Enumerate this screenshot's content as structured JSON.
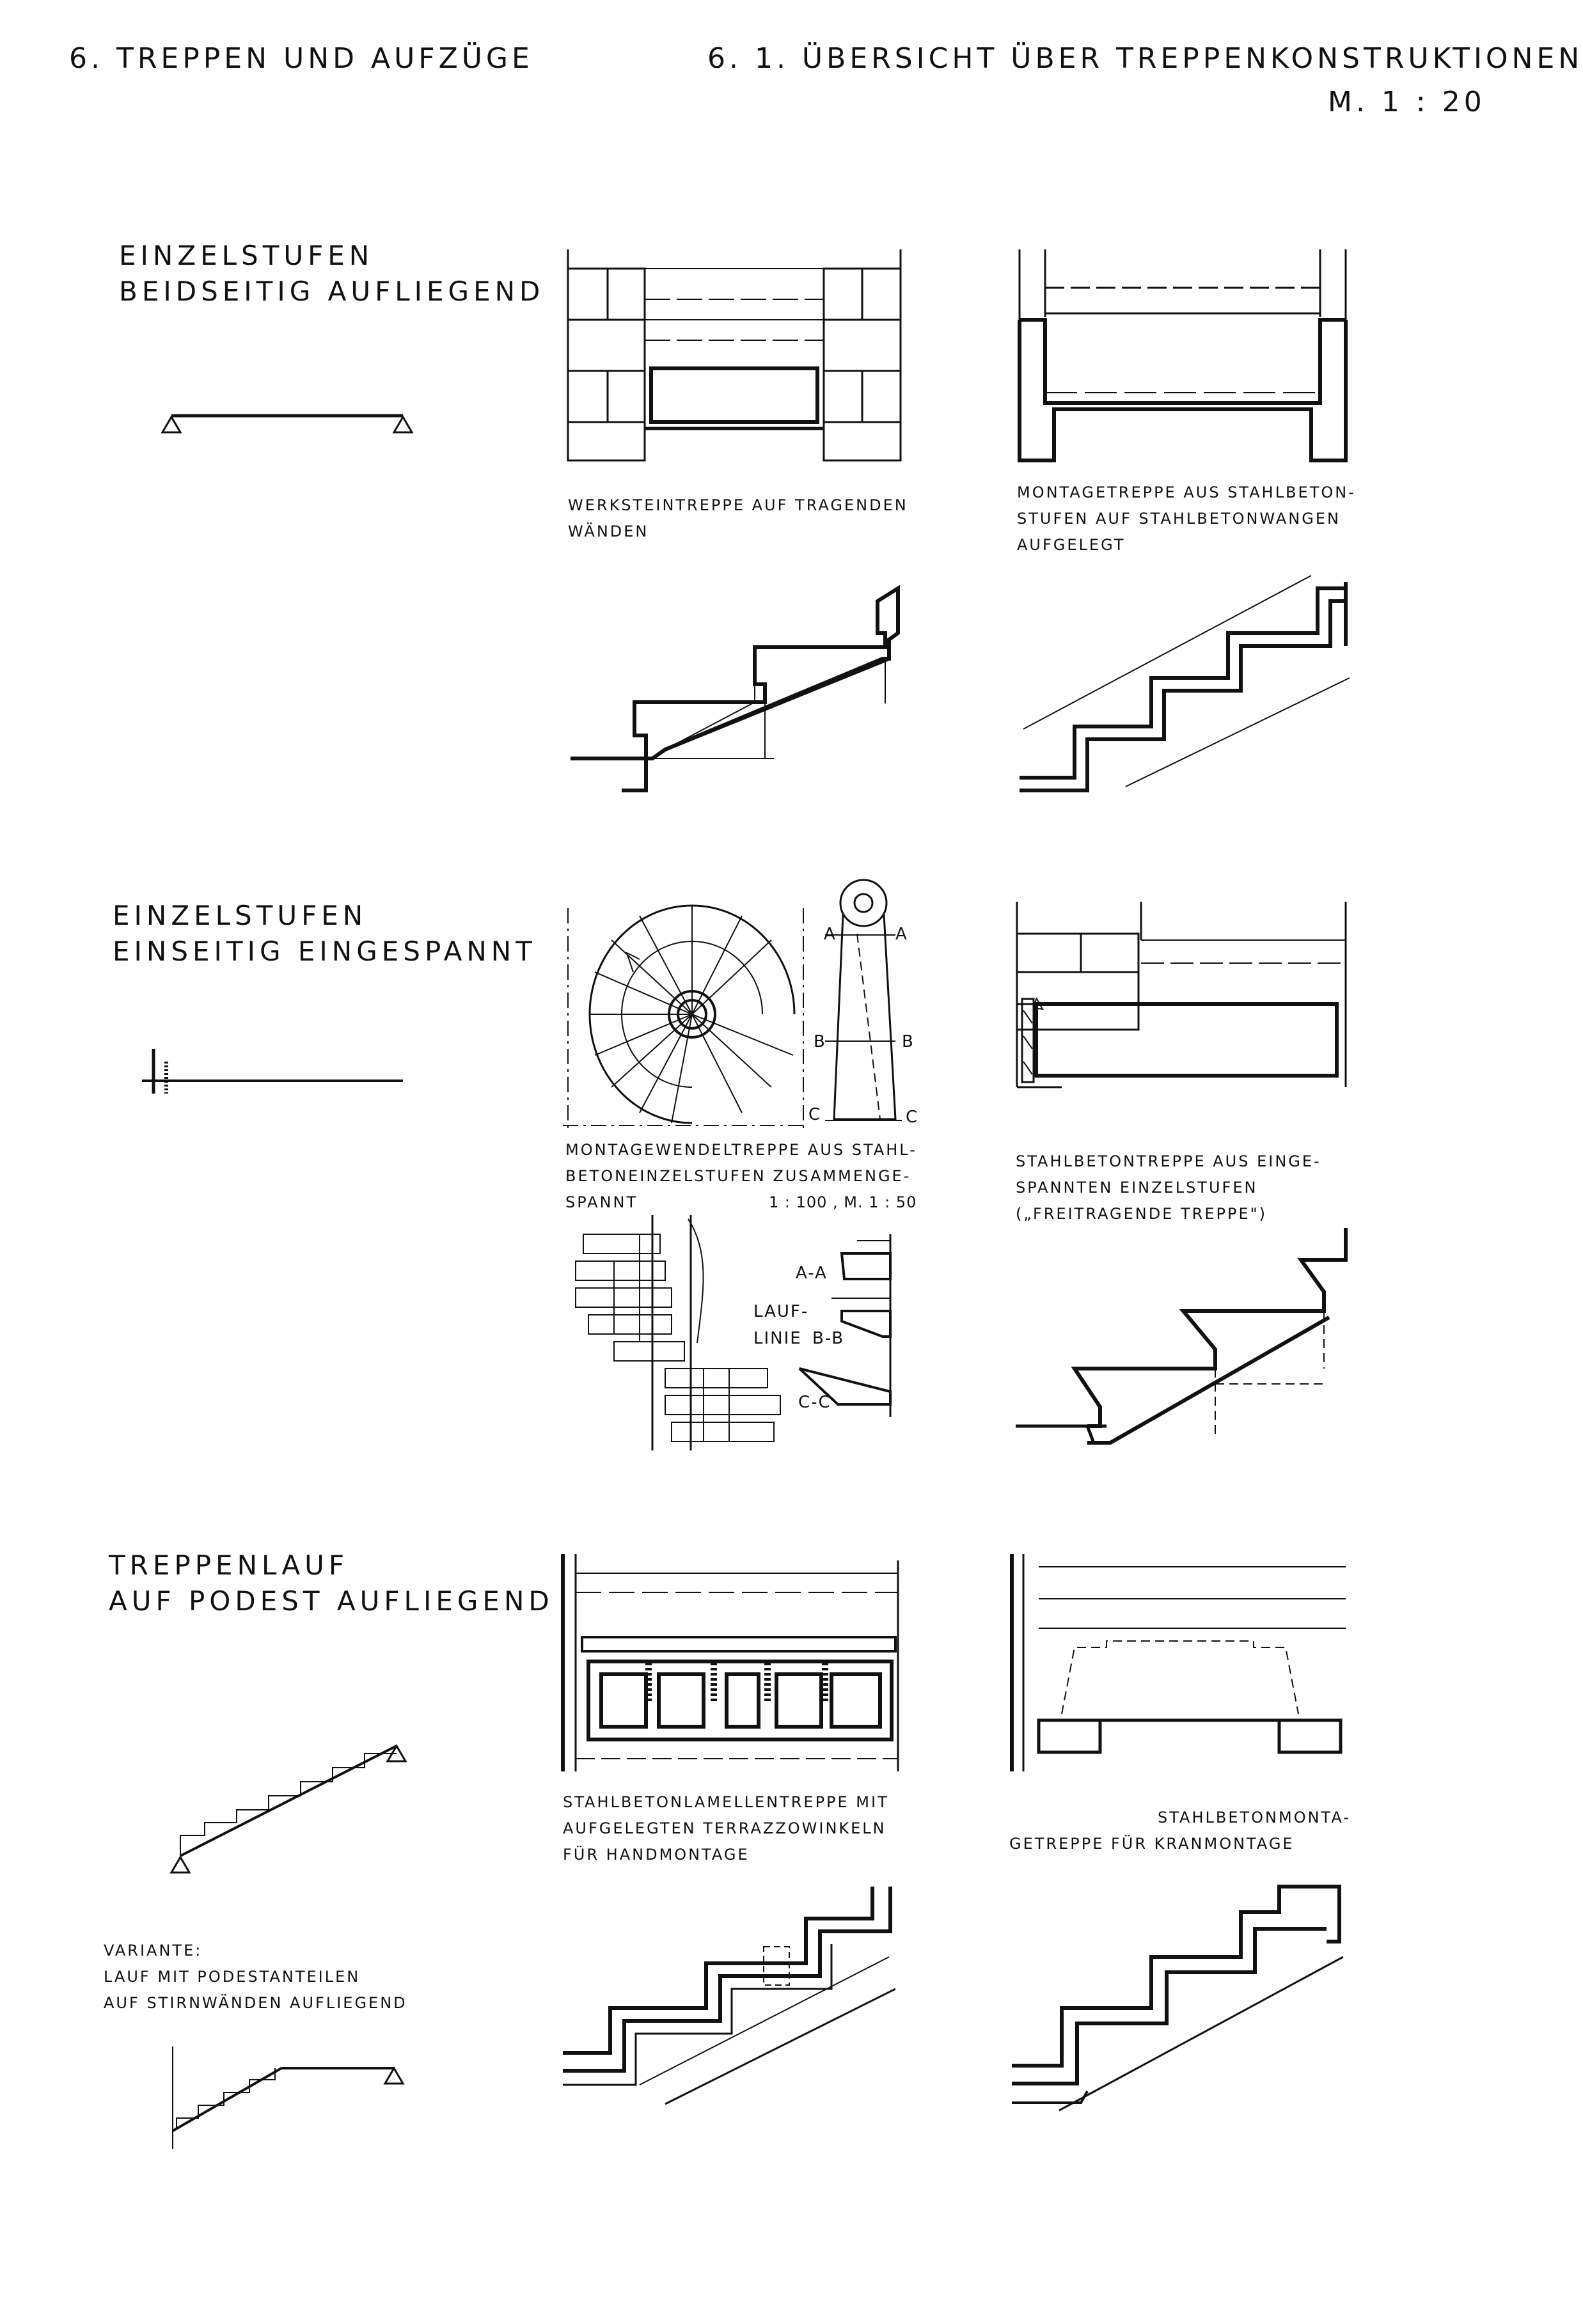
{
  "header": {
    "chapter": "6. TREPPEN UND AUFZÜGE",
    "section": "6. 1. ÜBERSICHT ÜBER TREPPENKONSTRUKTIONEN",
    "scale": "M. 1 : 20"
  },
  "sections": [
    {
      "title_line1": "EINZELSTUFEN",
      "title_line2": "BEIDSEITIG AUFLIEGEND"
    },
    {
      "title_line1": "EINZELSTUFEN",
      "title_line2": "EINSEITIG EINGESPANNT"
    },
    {
      "title_line1": "TREPPENLAUF",
      "title_line2": "AUF PODEST AUFLIEGEND"
    }
  ],
  "captions": {
    "werkstein": [
      "WERKSTEINTREPPE AUF TRAGENDEN",
      "WÄNDEN"
    ],
    "montage": [
      "MONTAGETREPPE AUS STAHLBETON-",
      "STUFEN AUF STAHLBETONWANGEN",
      "AUFGELEGT"
    ],
    "wendel": [
      "MONTAGEWENDELTREPPE AUS STAHL-",
      "BETONEINZELSTUFEN ZUSAMMENGE-",
      "SPANNT"
    ],
    "wendel_scale": "1 : 100 , M. 1 : 50",
    "freitragend": [
      "STAHLBETONTREPPE AUS EINGE-",
      "SPANNTEN EINZELSTUFEN",
      "(„FREITRAGENDE TREPPE\")"
    ],
    "lamellen": [
      "STAHLBETONLAMELLENTREPPE MIT",
      "AUFGELEGTEN TERRAZZOWINKELN",
      "FÜR HANDMONTAGE"
    ],
    "kran": [
      "STAHLBETONMONTA-",
      "GETREPPE FÜR KRANMONTAGE"
    ]
  },
  "variante": [
    "VARIANTE:",
    "LAUF MIT PODESTANTEILEN",
    "AUF STIRNWÄNDEN AUFLIEGEND"
  ],
  "section_marks": {
    "a": "A",
    "b": "B",
    "c": "C",
    "aa": "A-A",
    "lauflinie_1": "LAUF-",
    "lauflinie_2": "LINIE",
    "bb": "B-B",
    "cc": "C-C"
  }
}
